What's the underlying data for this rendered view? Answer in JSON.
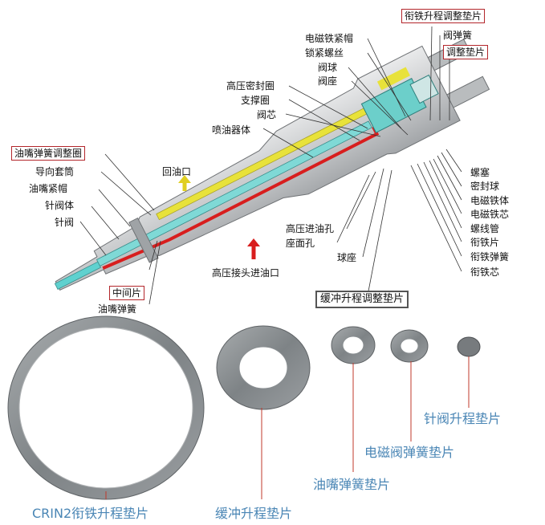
{
  "labels_top_right": {
    "armature_lift_shim": "衔铁升程调整垫片",
    "valve_spring": "阀弹簧",
    "adjust_shim": "调整垫片",
    "em_nut": "电磁铁紧帽",
    "lock_screw": "锁紧螺丝",
    "valve_ball": "阀球",
    "valve_seat": "阀座"
  },
  "labels_middle": {
    "hp_seal": "高压密封圈",
    "support_ring": "支撑圈",
    "valve_core": "阀芯",
    "injector_body": "喷油器体",
    "return_port": "回油口",
    "hp_inlet_hole": "高压进油孔",
    "seat_hole": "座面孔",
    "ball_seat": "球座",
    "hp_connector_inlet": "高压接头进油口"
  },
  "labels_left": {
    "nozzle_spring_adjust_ring": "油嘴弹簧调整圈",
    "guide_sleeve": "导向套筒",
    "nozzle_nut": "油嘴紧帽",
    "needle_body": "针阀体",
    "needle_valve": "针阀",
    "middle_piece": "中间片",
    "nozzle_spring": "油嘴弹簧"
  },
  "labels_right": {
    "plug": "螺塞",
    "seal_ball": "密封球",
    "em_body": "电磁铁体",
    "em_core": "电磁铁芯",
    "coil_tube": "螺线管",
    "armature_piece": "衔铁片",
    "armature_spring": "衔铁弹簧",
    "armature_core": "衔铁芯"
  },
  "buffer_lift_shim": "缓冲升程调整垫片",
  "parts_captions": {
    "crin2_armature_shim": "CRIN2衔铁升程垫片",
    "buffer_lift_shim": "缓冲升程垫片",
    "nozzle_spring_shim": "油嘴弹簧垫片",
    "solenoid_spring_shim": "电磁阀弹簧垫片",
    "needle_lift_shim": "针阀升程垫片"
  },
  "colors": {
    "highlight_box": "#b3262b",
    "caption_blue": "#4a86b5",
    "leader_red": "#c0392b",
    "fuel_high_pressure": "#d81e1e",
    "fuel_return": "#e8e23a",
    "passage_cyan": "#5fd1cf",
    "shim_gray": "#8a8f92"
  }
}
